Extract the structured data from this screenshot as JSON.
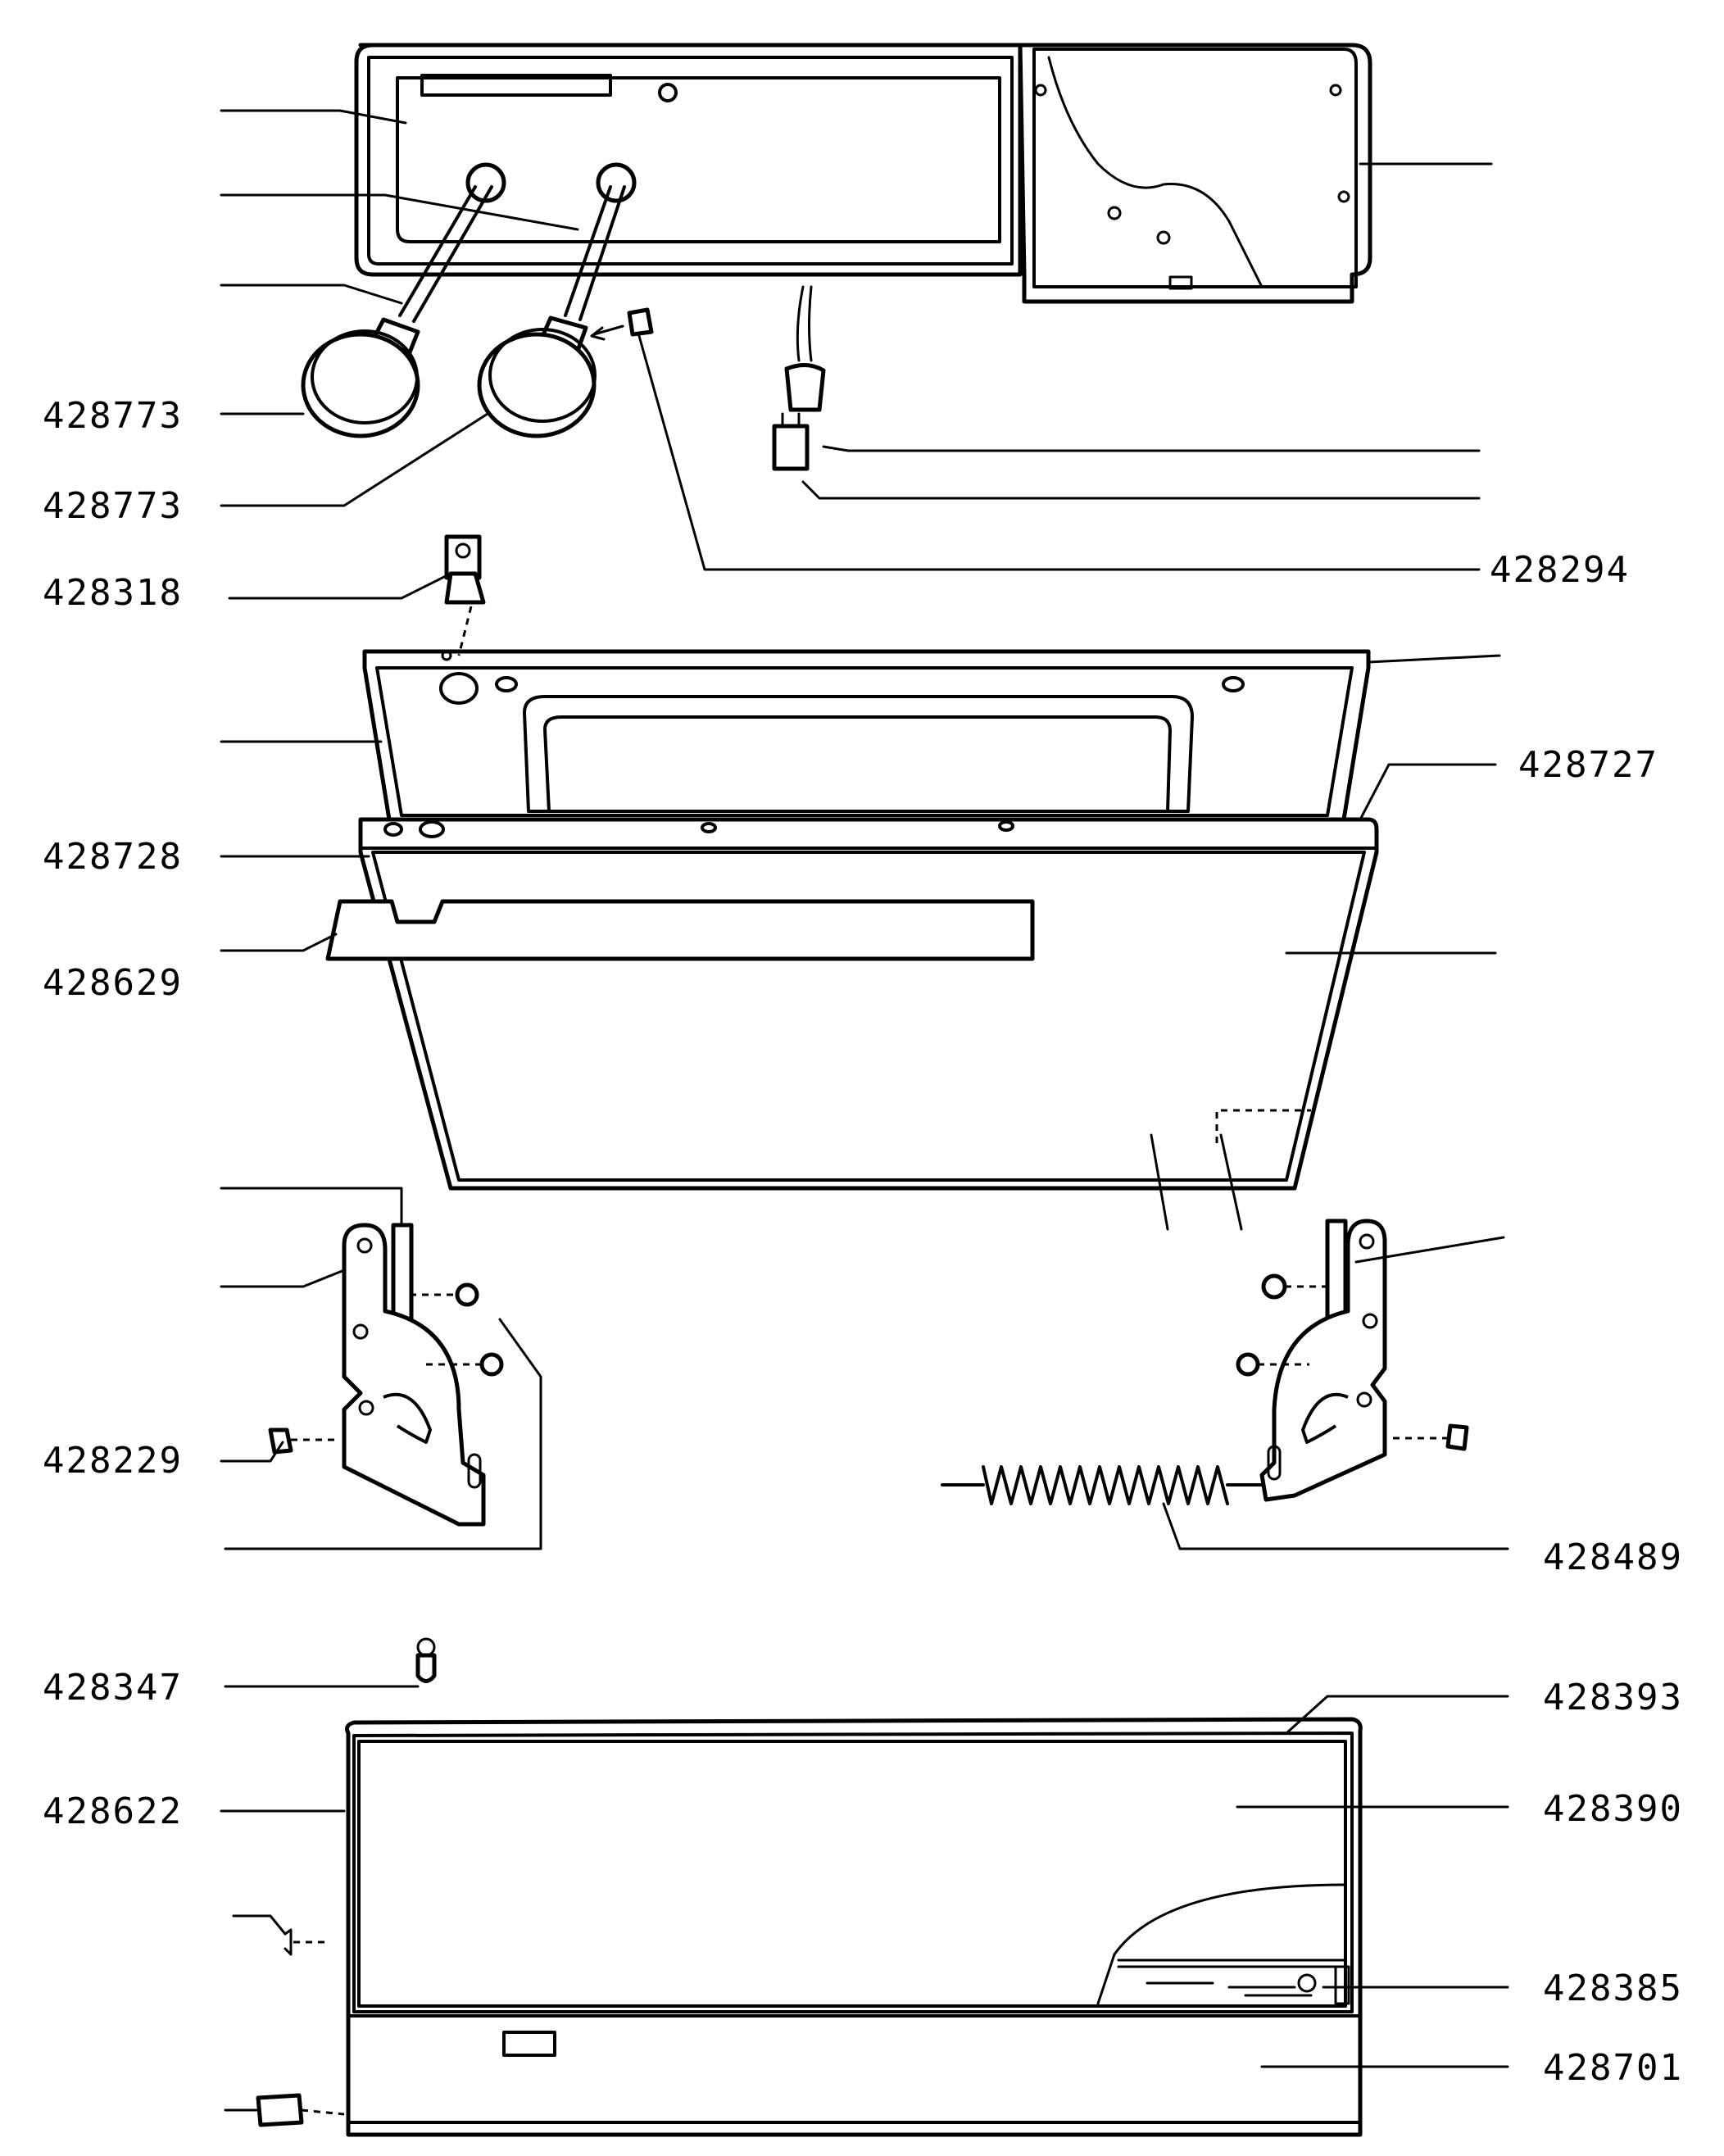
{
  "parts": [
    {
      "id": "p1",
      "number": "428773"
    },
    {
      "id": "p2",
      "number": "428773"
    },
    {
      "id": "p3",
      "number": "428318"
    },
    {
      "id": "p4",
      "number": "428294"
    },
    {
      "id": "p5",
      "number": "428727"
    },
    {
      "id": "p6",
      "number": "428728"
    },
    {
      "id": "p7",
      "number": "428629"
    },
    {
      "id": "p8",
      "number": "428229"
    },
    {
      "id": "p9",
      "number": "428489"
    },
    {
      "id": "p10",
      "number": "428347"
    },
    {
      "id": "p11",
      "number": "428393"
    },
    {
      "id": "p12",
      "number": "428622"
    },
    {
      "id": "p13",
      "number": "428390"
    },
    {
      "id": "p14",
      "number": "428385"
    },
    {
      "id": "p15",
      "number": "428701"
    }
  ]
}
